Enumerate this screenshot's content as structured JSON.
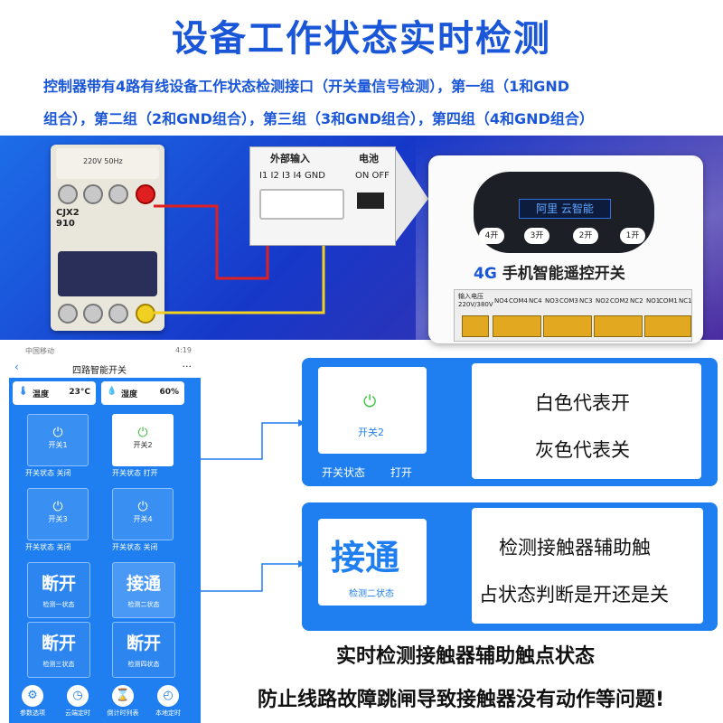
{
  "title": "设备工作状态实时检测",
  "description": {
    "line1": "控制器带有4路有线设备工作状态检测接口（开关量信号检测），第一组（1和GND",
    "line2": "组合），第二组（2和GND组合），第三组（3和GND组合），第四组（4和GND组合）"
  },
  "contactor": {
    "model": "CJX2",
    "sub": "910",
    "rating": "220V 50Hz"
  },
  "connector_panel": {
    "header_inputs": "外部输入",
    "header_battery": "电池",
    "inputs": "I1  I2  I3  I4  GND",
    "battery_states": "ON  OFF"
  },
  "device": {
    "screen_text": "阿里 云智能",
    "buttons": [
      "4开",
      "3开",
      "2开",
      "1开"
    ],
    "brand_prefix": "4G",
    "brand": "手机智能遥控开关",
    "input_voltage_label": "输入电压",
    "input_voltage_value": "220V/380V",
    "terminal_labels": [
      "NO4",
      "COM4",
      "NC4",
      "NO3",
      "COM3",
      "NC3",
      "NO2",
      "COM2",
      "NC2",
      "NO1",
      "COM1",
      "NC1"
    ]
  },
  "phone": {
    "status_left": "中国移动",
    "status_right": "4:19",
    "nav_title": "四路智能开关",
    "temperature_label": "温度",
    "temperature_value": "23°C",
    "humidity_label": "湿度",
    "humidity_value": "60%",
    "switches": [
      {
        "name": "开关1",
        "state_label": "开关状态",
        "state": "关闭",
        "on": false
      },
      {
        "name": "开关2",
        "state_label": "开关状态",
        "state": "打开",
        "on": true
      },
      {
        "name": "开关3",
        "state_label": "开关状态",
        "state": "关闭",
        "on": false
      },
      {
        "name": "开关4",
        "state_label": "开关状态",
        "state": "关闭",
        "on": false
      }
    ],
    "status_tiles": [
      {
        "text": "断开",
        "sub": "检测一状态"
      },
      {
        "text": "接通",
        "sub": "检测二状态"
      },
      {
        "text": "断开",
        "sub": "检测三状态"
      },
      {
        "text": "断开",
        "sub": "检测四状态"
      }
    ],
    "bottom_nav": [
      "参数选项",
      "云端定时",
      "倒计时列表",
      "本地定时"
    ]
  },
  "callout1": {
    "tile_label": "开关2",
    "state_label": "开关状态",
    "state_value": "打开",
    "text1": "白色代表开",
    "text2": "灰色代表关"
  },
  "callout2": {
    "big_text": "接通",
    "sub_text": "检测二状态",
    "text1": "检测接触器辅助触",
    "text2": "占状态判断是开还是关"
  },
  "bottom": {
    "line1": "实时检测接触器辅助触点状态",
    "line2": "防止线路故障跳闸导致接触器没有动作等问题!"
  },
  "colors": {
    "accent": "#1a56d8",
    "phone_blue": "#1f7ff0",
    "wire_red": "#e02020",
    "wire_yellow": "#f0d020"
  }
}
